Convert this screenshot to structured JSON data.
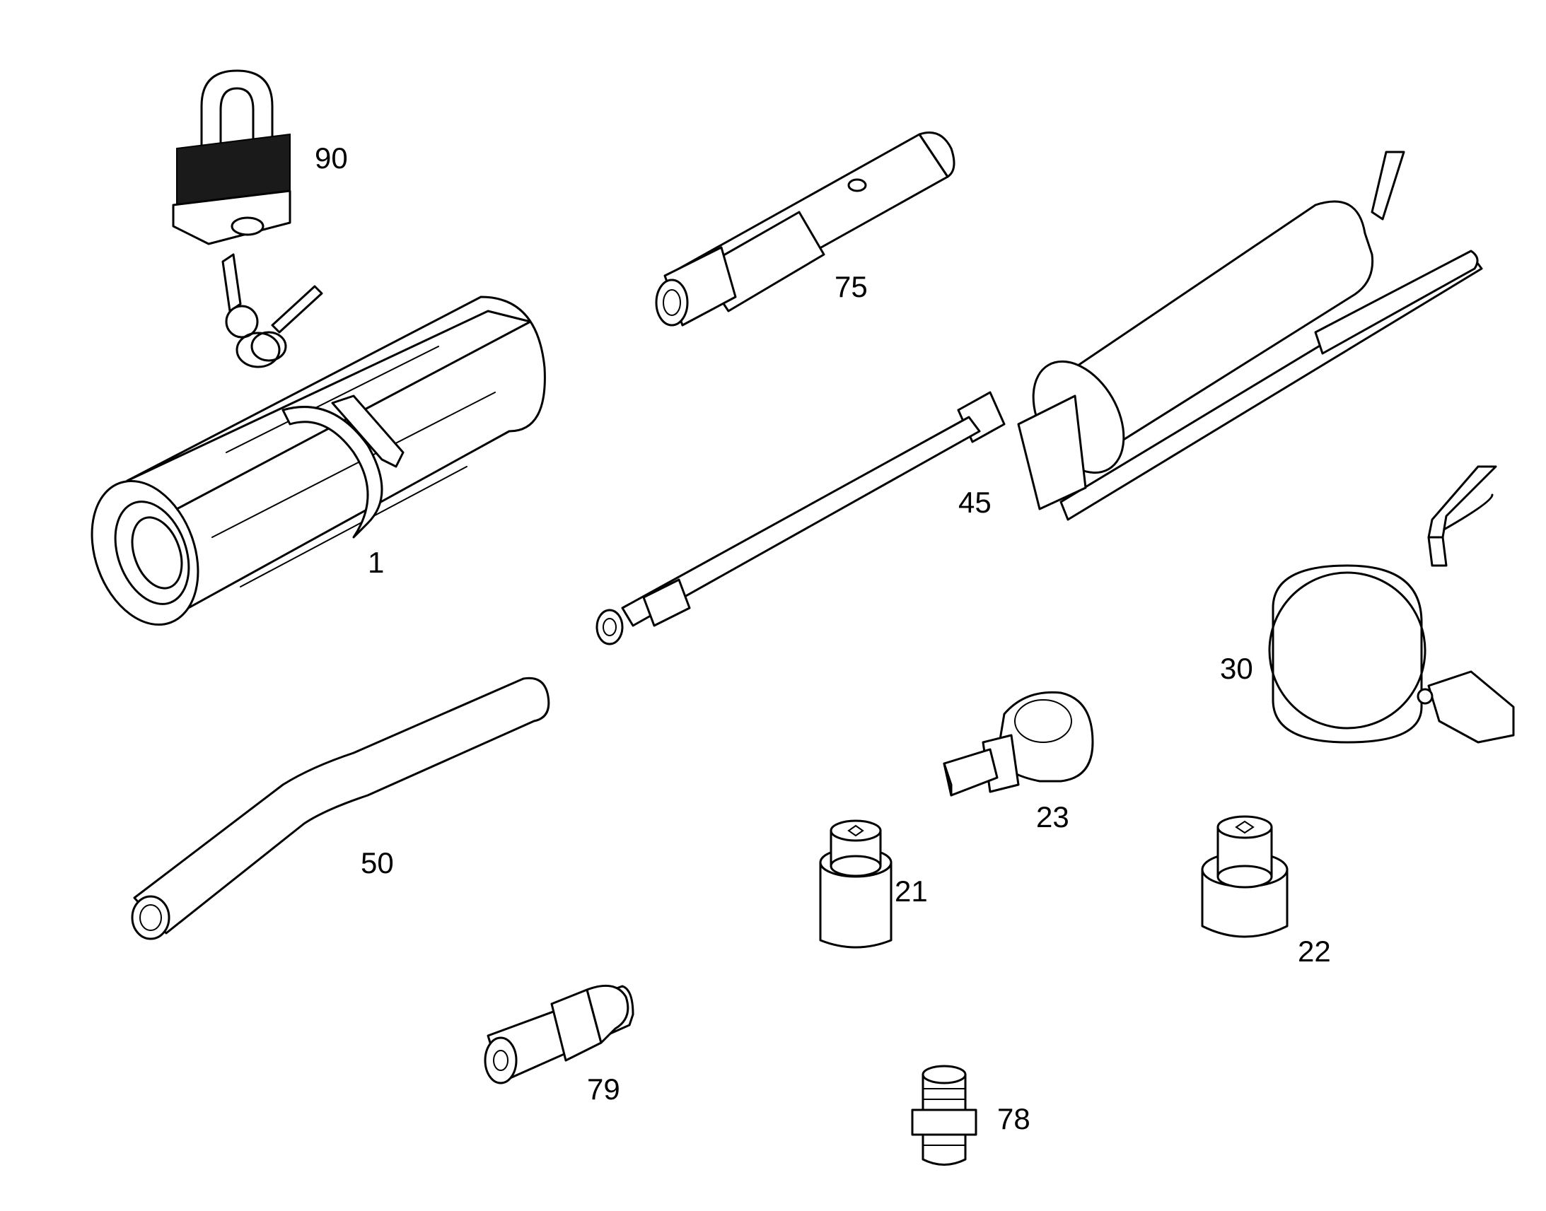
{
  "labels": {
    "padlock": "90",
    "wrench_roll": "1",
    "adapter_75": "75",
    "grease_gun": "45",
    "filter_wrench": "30",
    "tube": "50",
    "socket_23": "23",
    "socket_21": "21",
    "socket_22": "22",
    "coupler": "79",
    "fitting": "78"
  }
}
